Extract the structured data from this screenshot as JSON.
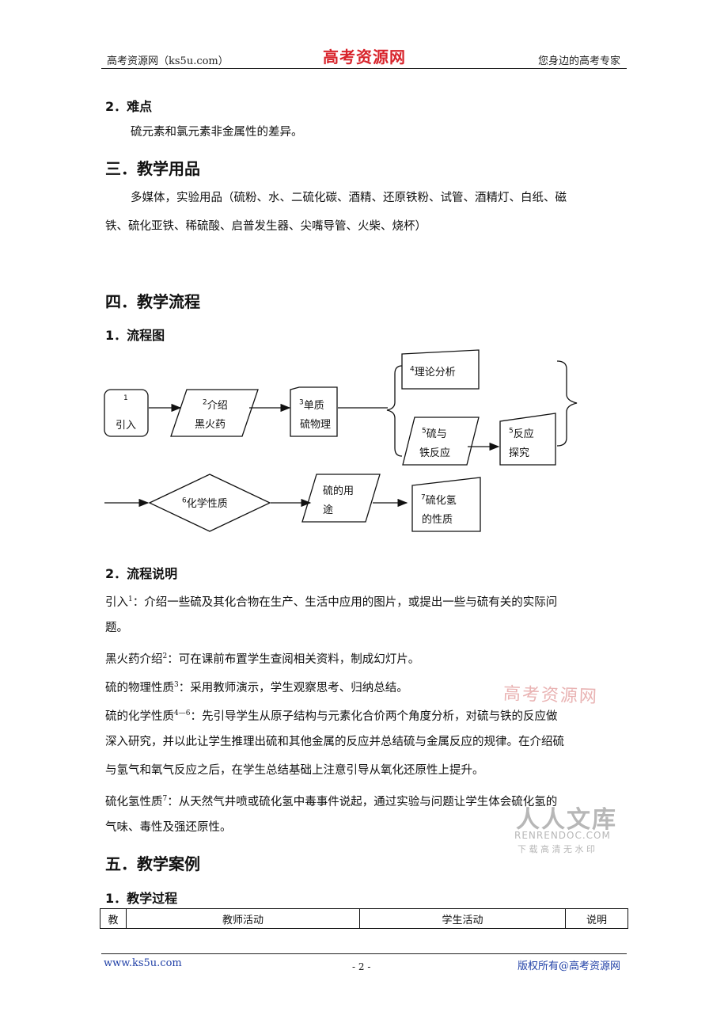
{
  "header": {
    "left": "高考资源网（ks5u.com）",
    "logo": "高考资源网",
    "right": "您身边的高考专家"
  },
  "sections": {
    "diff_title": "2．难点",
    "diff_text": "硫元素和氯元素非金属性的差异。",
    "s3_title": "三．教学用品",
    "s3_line1": "多媒体，实验用品（硫粉、水、二硫化碳、酒精、还原铁粉、试管、酒精灯、白纸、磁",
    "s3_line2": "铁、硫化亚铁、稀硫酸、启普发生器、尖嘴导管、火柴、烧杯）",
    "s4_title": "四．教学流程",
    "flow_title": "1．流程图",
    "desc_title": "2．流程说明",
    "s5_title": "五．教学案例",
    "process_title": "1．教学过程"
  },
  "flowchart": {
    "n1": {
      "sup": "1",
      "label": "引入"
    },
    "n2": {
      "sup": "2",
      "l1": "介绍",
      "l2": "黑火药"
    },
    "n3": {
      "sup": "3",
      "l1": "单质",
      "l2": "硫物理"
    },
    "n4": {
      "sup": "4",
      "label": "理论分析"
    },
    "n5a": {
      "sup": "5",
      "l1": "硫与",
      "l2": "铁反应"
    },
    "n5b": {
      "sup": "5",
      "l1": "反应",
      "l2": "探究"
    },
    "n6": {
      "sup": "6",
      "label": "化学性质"
    },
    "n_use": {
      "l1": "硫的用",
      "l2": "途"
    },
    "n7": {
      "sup": "7",
      "l1": "硫化氢",
      "l2": "的性质"
    }
  },
  "descriptions": [
    {
      "head": "引入",
      "sup": "1",
      "l1": "：介绍一些硫及其化合物在生产、生活中应用的图片，或提出一些与硫有关的实际问",
      "l2": "题。"
    },
    {
      "head": "黑火药介绍",
      "sup": "2",
      "l1": "：可在课前布置学生查阅相关资料，制成幻灯片。"
    },
    {
      "head": "硫的物理性质",
      "sup": "3",
      "l1": "：采用教师演示，学生观察思考、归纳总结。"
    },
    {
      "head": "硫的化学性质",
      "sup": "4—6",
      "l1": "：先引导学生从原子结构与元素化合价两个角度分析，对硫与铁的反应做",
      "l2": "深入研究，并以此让学生推理出硫和其他金属的反应并总结硫与金属反应的规律。在介绍硫",
      "l3": "与氢气和氧气反应之后，在学生总结基础上注意引导从氧化还原性上提升。"
    },
    {
      "head": "硫化氢性质",
      "sup": "7",
      "l1": "：从天然气井喷或硫化氢中毒事件说起，通过实验与问题让学生体会硫化氢的",
      "l2": "气味、毒性及强还原性。"
    }
  ],
  "table_headers": [
    "教",
    "教师活动",
    "学生活动",
    "说明"
  ],
  "watermarks": {
    "stamp": "高考资源网",
    "brand": "人人文库",
    "brand_url": "RENRENDOC.COM",
    "brand_tag": "下 载 高 清 无 水 印"
  },
  "footer": {
    "left": "www.ks5u.com",
    "page": "- 2 -",
    "right": "版权所有@高考资源网"
  },
  "colors": {
    "logo": "#d8242c",
    "footer_link": "#1f3fa6",
    "watermark_stamp": "#e9b3b3",
    "watermark_brand": "#b7b7b7"
  }
}
